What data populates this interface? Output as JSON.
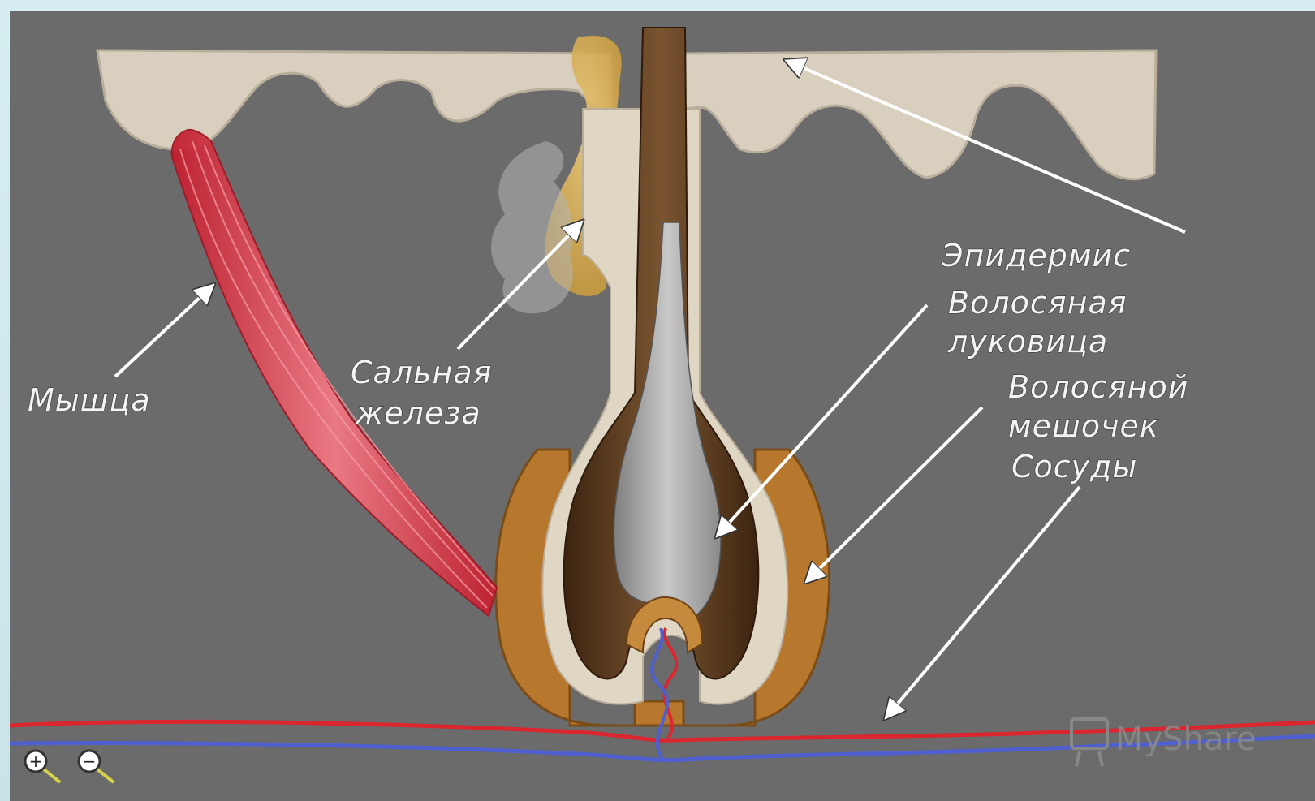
{
  "labels": {
    "epidermis": "Эпидермис",
    "hair_bulb_line1": "Волосяная",
    "hair_bulb_line2": "луковица",
    "hair_follicle_line1": "Волосяной",
    "hair_follicle_line2": "мешочек",
    "vessels": "Сосуды",
    "muscle": "Мышца",
    "sebaceous_line1": "Сальная",
    "sebaceous_line2": "железа"
  },
  "watermark": {
    "text": "MyShare"
  },
  "zoom_controls": {
    "zoom_in": "+",
    "zoom_out": "−"
  },
  "colors": {
    "background": "#6b6b6b",
    "epidermis": "#d9cfbe",
    "follicle_outer": "#b7782d",
    "hair_shaft": "#5a3a1e",
    "bulb": "#9a9a9a",
    "muscle": "#e23c4b",
    "gland": "#d8b25a",
    "artery": "#d9262f",
    "vein": "#4f5fd0",
    "label_text": "#f4f4f4"
  }
}
